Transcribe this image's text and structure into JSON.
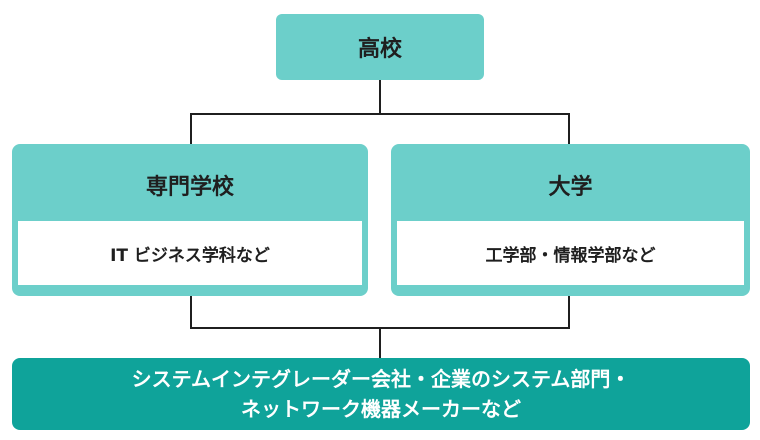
{
  "top": {
    "label": "高校"
  },
  "left_branch": {
    "title": "専門学校",
    "detail": "IT ビジネス学科など"
  },
  "right_branch": {
    "title": "大学",
    "detail": "工学部・情報学部など"
  },
  "bottom": {
    "line1": "システムインテグレーダー会社・企業のシステム部門・",
    "line2": "ネットワーク機器メーカーなど"
  },
  "colors": {
    "light_teal": "#6ccfca",
    "dark_teal": "#0fa39a",
    "line": "#1f1f1f"
  }
}
